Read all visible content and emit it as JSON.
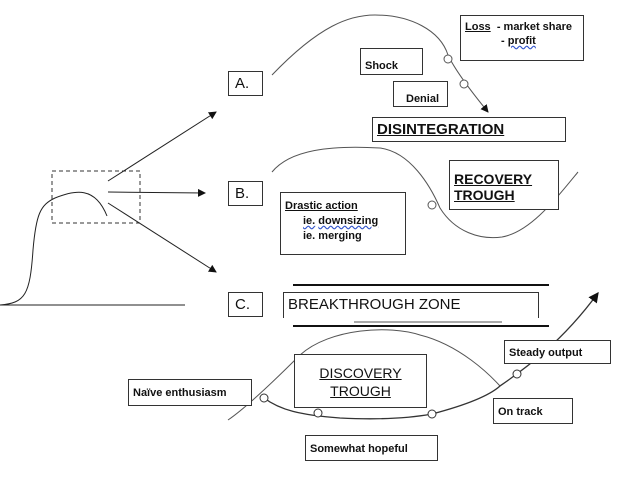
{
  "panels": {
    "a": {
      "label": "A."
    },
    "b": {
      "label": "B."
    },
    "c": {
      "label": "C."
    }
  },
  "annotations": {
    "loss_head": "Loss",
    "loss_1": "- market share",
    "loss_2_dash": "- ",
    "loss_2": "profit",
    "shock": "Shock",
    "denial": "Denial",
    "disintegration": "DISINTEGRATION",
    "recovery_1": "RECOVERY",
    "recovery_2": "TROUGH",
    "drastic_head": "Drastic action",
    "drastic_1a": "ie.",
    "drastic_1b": "downsizing",
    "drastic_2": "ie. merging",
    "breakthrough": "BREAKTHROUGH ZONE",
    "discovery_1": "DISCOVERY",
    "discovery_2": "TROUGH",
    "naive": "Naïve enthusiasm",
    "somewhat": "Somewhat hopeful",
    "steady": "Steady output",
    "ontrack": "On track"
  }
}
